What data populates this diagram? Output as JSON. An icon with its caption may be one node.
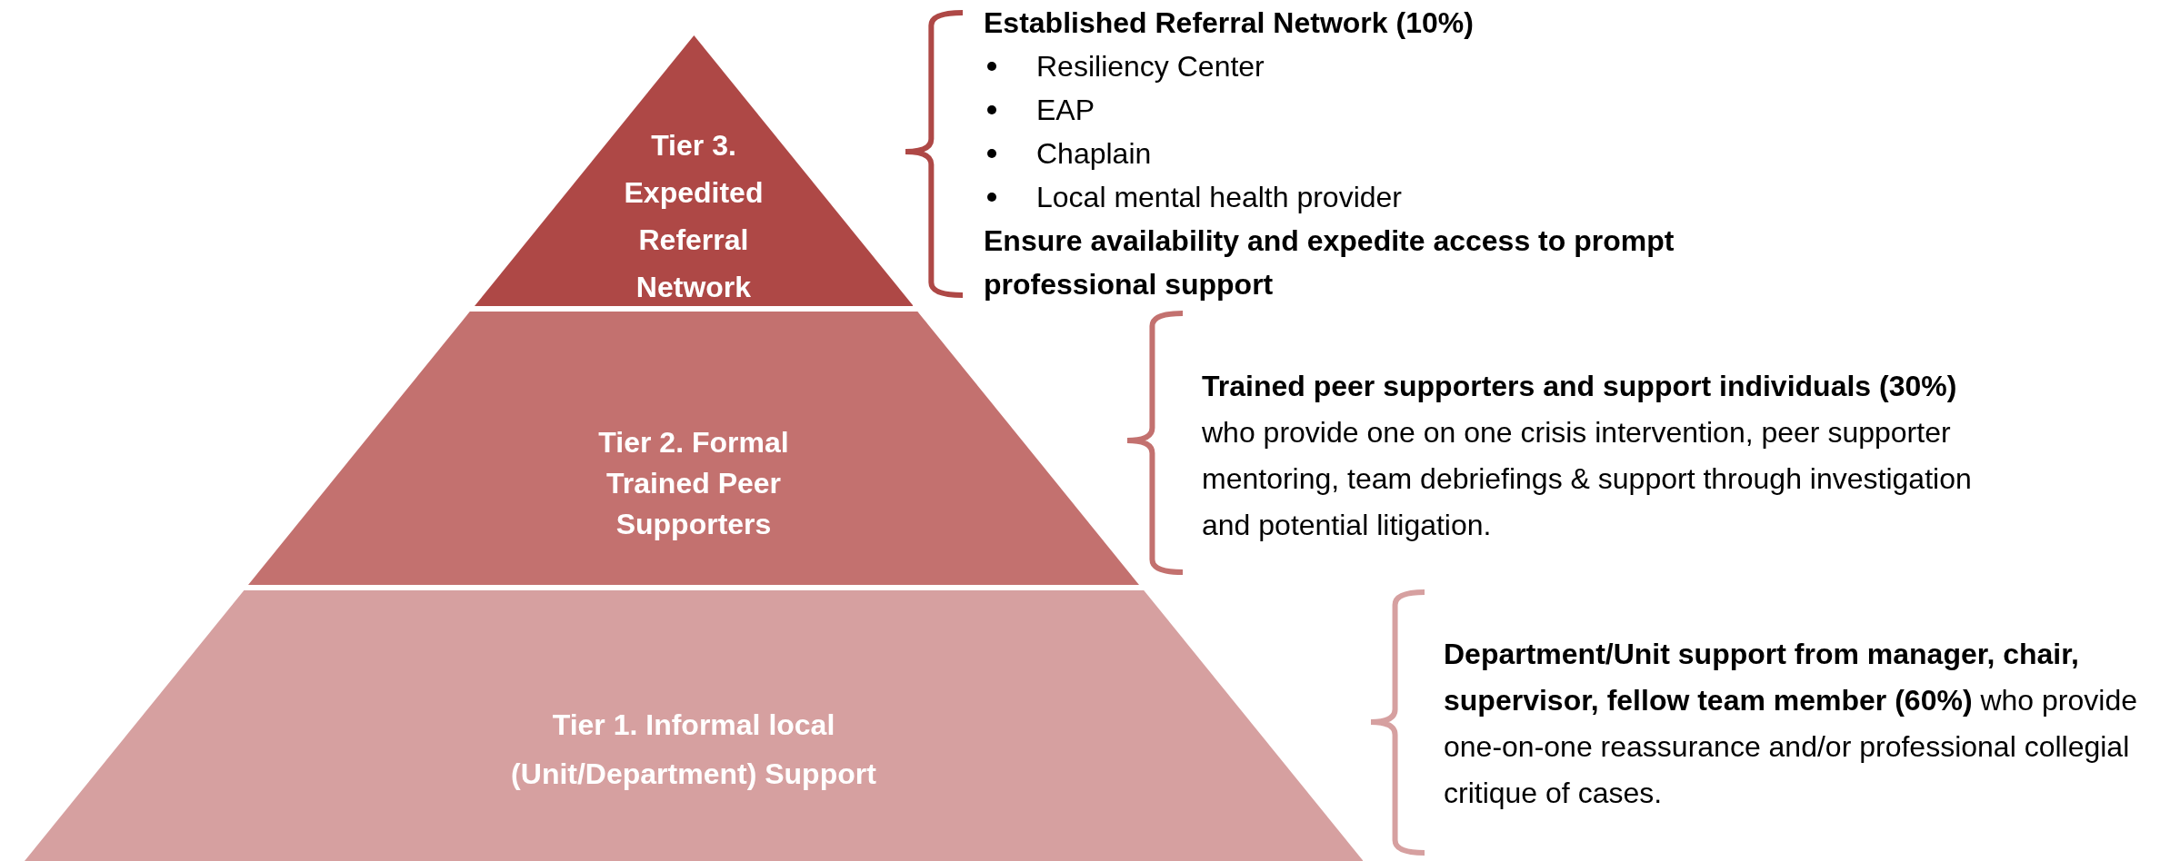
{
  "diagram": {
    "nodes": [
      {
        "text": [
          "Tier 3. Expedited Referral Network"
        ],
        "beside": [
          "Established Referral Network (10%)",
          "Resiliency Center",
          "EAP",
          "Chaplain",
          "Local mental health provider",
          "Ensure availability and expedite access to prompt professional support"
        ]
      },
      {
        "text": [
          "Tier 2. Formal Trained Peer Supporters"
        ],
        "beside": [
          "**Trained peer supporters and support individuals (30%)** who provide one on one crisis intervention, peer supporter mentoring, team debriefings & support through investigation and potential litigation."
        ]
      },
      {
        "text": [
          "Tier 1. Informal local (Unit/Department) Support"
        ],
        "beside": [
          "**Department/Unit support from manager, chair, supervisor, fellow team member (60%)** who provide one-on-one reassurance and/or professional collegial critique of cases."
        ]
      }
    ]
  }
}
